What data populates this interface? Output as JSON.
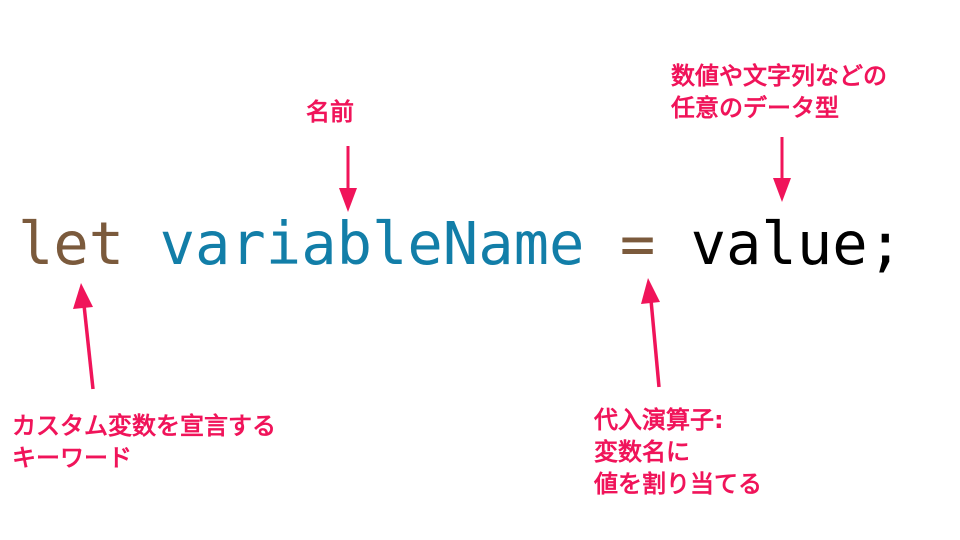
{
  "code": {
    "keyword": "let",
    "space1": " ",
    "identifier": "variableName",
    "space2": " ",
    "operator": "=",
    "space3": " ",
    "value": "value;"
  },
  "labels": {
    "name": "名前",
    "data_type_line1": "数値や文字列などの",
    "data_type_line2": "任意のデータ型",
    "keyword_line1": "カスタム変数を宣言する",
    "keyword_line2": "キーワード",
    "operator_line1": "代入演算子:",
    "operator_line2": "変数名に",
    "operator_line3": "値を割り当てる"
  },
  "colors": {
    "keyword": "#7b5a3c",
    "identifier": "#127ea8",
    "operator": "#7b5a3c",
    "value": "#000000",
    "annotation": "#f0145a"
  }
}
